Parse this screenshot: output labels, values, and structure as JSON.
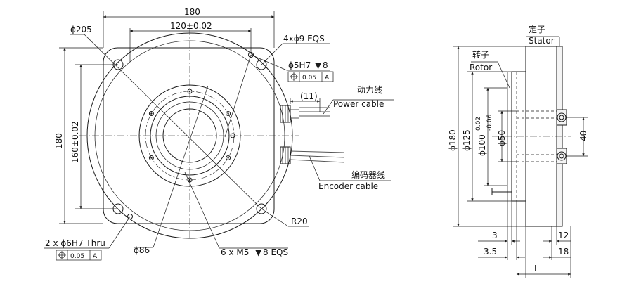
{
  "front_view": {
    "dim_180_top": "180",
    "dim_120": "120±0.02",
    "dim_205": "ϕ205",
    "holes_4": "4xϕ9 EQS",
    "pin_hole": "ϕ5H7",
    "pin_depth": "8",
    "tol_pin": "0.05",
    "datum_a": "A",
    "dim_11": "(11)",
    "power_cn": "动力线",
    "power_en": "Power cable",
    "dim_180_left": "180",
    "dim_160": "160±0.02",
    "encoder_cn": "编码器线",
    "encoder_en": "Encoder cable",
    "radius": "R20",
    "thru_holes": "2 x ϕ6H7 Thru",
    "tol_thru": "0.05",
    "datum_a2": "A",
    "dim_86": "ϕ86",
    "tapped": "6 x M5",
    "tapped_depth": "8 EQS"
  },
  "side_view": {
    "stator_cn": "定子",
    "stator_en": "Stator",
    "rotor_cn": "转子",
    "rotor_en": "Rotor",
    "d180": "ϕ180",
    "d125": "ϕ125",
    "d100": "ϕ100",
    "d100_tol_up": "0.02",
    "d100_tol_dn": "-0.06",
    "d50": "ϕ50",
    "dim_40": "40",
    "dim_3": "3",
    "dim_35": "3.5",
    "dim_12": "12",
    "dim_18": "18",
    "dim_L": "L"
  }
}
